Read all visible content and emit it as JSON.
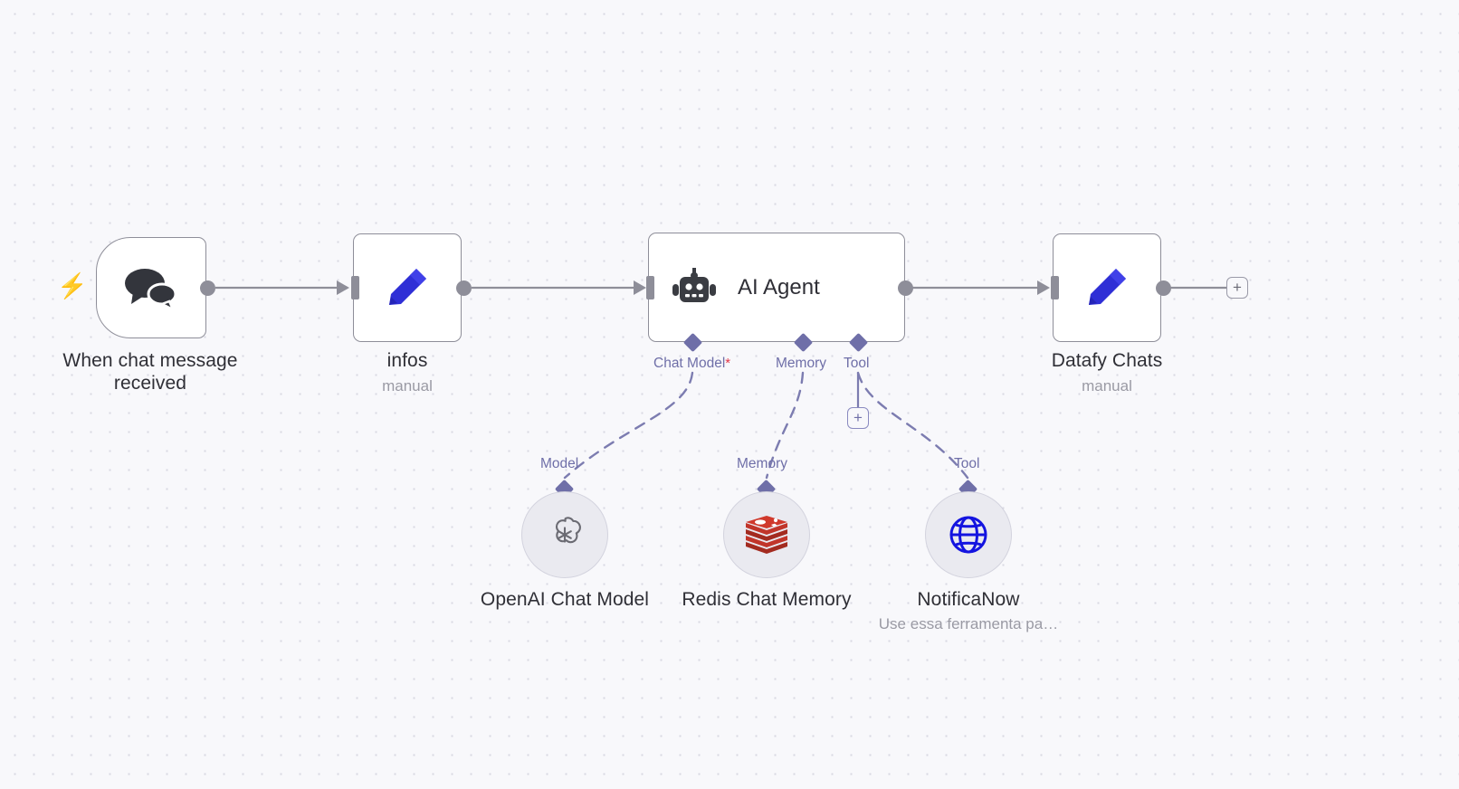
{
  "canvas": {
    "background_color": "#f8f8fb",
    "dot_color": "#d8d8e2",
    "accent_connector_color": "#6f6fa8",
    "node_border_color": "#8e8e99",
    "trigger_bolt_color": "#f0775f"
  },
  "nodes": {
    "trigger": {
      "title": "When chat message\nreceived",
      "icon": "chat-bubbles-icon",
      "bolt": "⚡"
    },
    "infos": {
      "title": "infos",
      "subtitle": "manual",
      "icon": "pencil-icon"
    },
    "agent": {
      "title": "AI Agent",
      "icon": "robot-icon",
      "ports": [
        {
          "label": "Chat Model",
          "required": "*"
        },
        {
          "label": "Memory",
          "required": ""
        },
        {
          "label": "Tool",
          "required": ""
        }
      ]
    },
    "datafy": {
      "title": "Datafy Chats",
      "subtitle": "manual",
      "icon": "pencil-icon"
    },
    "openai": {
      "title": "OpenAI Chat Model",
      "port_label": "Model",
      "icon": "openai-icon"
    },
    "redis": {
      "title": "Redis Chat Memory",
      "port_label": "Memory",
      "icon": "redis-icon"
    },
    "notificanow": {
      "title": "NotificaNow",
      "subtitle": "Use essa ferramenta pa…",
      "port_label": "Tool",
      "icon": "globe-icon"
    }
  },
  "buttons": {
    "add_after_datafy": "+",
    "add_tool": "+"
  }
}
